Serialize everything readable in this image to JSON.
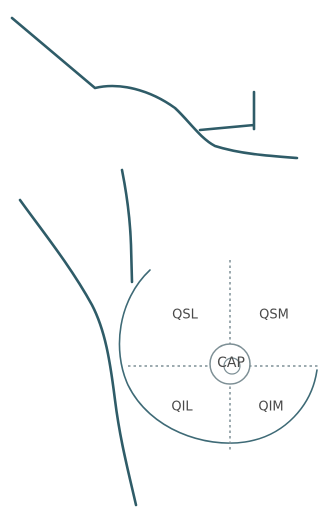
{
  "quadrants": {
    "upper_left": "QSL",
    "upper_right": "QSM",
    "lower_left": "QIL",
    "lower_right": "QIM"
  },
  "center": "CAP"
}
